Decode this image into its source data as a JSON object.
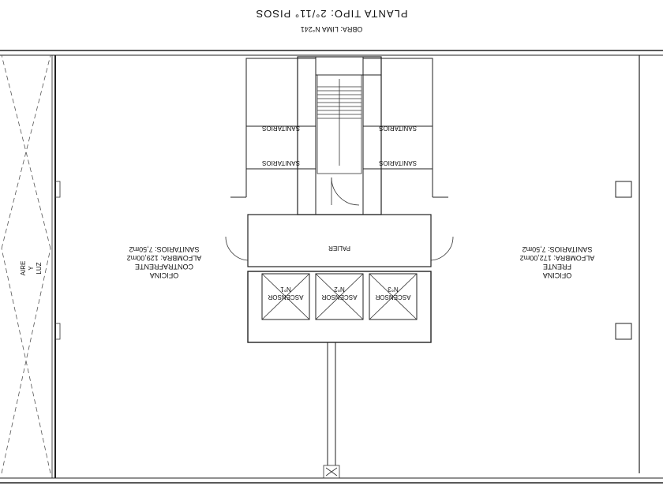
{
  "drawing": {
    "title": "PLANTA TIPO: 2°/11° PISOS",
    "subtitle": "OBRA: LIMA N°241"
  },
  "rooms": {
    "left_office": {
      "name": "OFICINA",
      "position": "CONTRAFRENTE",
      "carpet": "ALFOMBRA: 129,00m2",
      "sanitary": "SANITARIOS: 7,50m2"
    },
    "right_office": {
      "name": "OFICINA",
      "position": "FRENTE",
      "carpet": "ALFOMBRA: 172,00m2",
      "sanitary": "SANITARIOS: 7,50m2"
    },
    "sanitarios_label": "SANITARIOS",
    "palier": "PALIER",
    "elevator_label": "ASCENSOR",
    "elevator_numbers": [
      "N°3",
      "N°2",
      "N°1"
    ],
    "airshaft": [
      "AIRE",
      "Y",
      "LUZ"
    ]
  }
}
